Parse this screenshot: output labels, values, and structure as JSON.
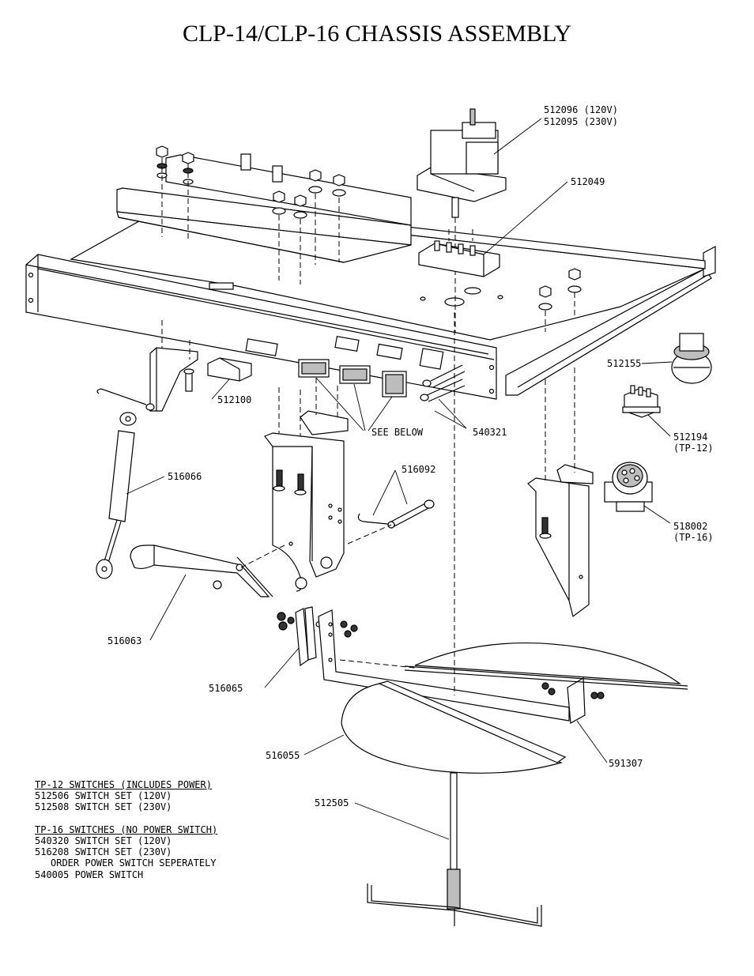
{
  "title": "CLP-14/CLP-16 CHASSIS ASSEMBLY",
  "callouts": {
    "p512096": "512096 (120V)",
    "p512095": "512095 (230V)",
    "p512049": "512049",
    "p512155": "512155",
    "p512100": "512100",
    "see_below": "SEE BELOW",
    "p540321": "540321",
    "p512194": "512194",
    "p512194_sub": "(TP-12)",
    "p516066": "516066",
    "p516092": "516092",
    "p518002": "518002",
    "p518002_sub": "(TP-16)",
    "p516063": "516063",
    "p516065": "516065",
    "p516055": "516055",
    "p591307": "591307",
    "p512505": "512505"
  },
  "notes": {
    "tp12_heading": "TP-12 SWITCHES (INCLUDES POWER)",
    "tp12_line1": "512506 SWITCH SET (120V)",
    "tp12_line2": "512508 SWITCH SET (230V)",
    "tp16_heading": "TP-16 SWITCHES (NO POWER SWITCH)",
    "tp16_line1": "540320 SWITCH SET (120V)",
    "tp16_line2": "516208 SWITCH SET (230V)",
    "tp16_line3": "ORDER POWER SWITCH SEPERATELY",
    "tp16_line4": "540005 POWER SWITCH"
  }
}
